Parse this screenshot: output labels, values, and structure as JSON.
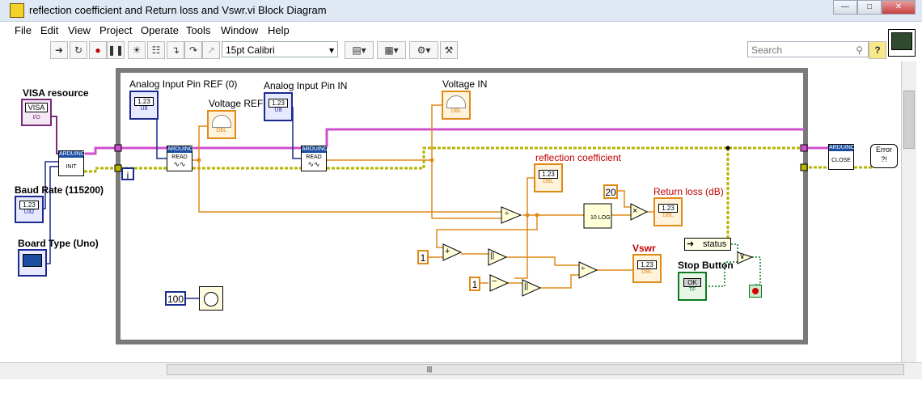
{
  "window": {
    "title": "reflection coefficient and Return loss and Vswr.vi Block Diagram"
  },
  "menu": [
    "File",
    "Edit",
    "View",
    "Project",
    "Operate",
    "Tools",
    "Window",
    "Help"
  ],
  "toolbar": {
    "font": "15pt Calibri",
    "search_placeholder": "Search"
  },
  "diagram": {
    "labels": {
      "visa": "VISA resource",
      "baud": "Baud Rate (115200)",
      "board": "Board Type (Uno)",
      "ai_ref": "Analog Input Pin REF (0)",
      "ai_in": "Analog Input Pin IN",
      "volt_ref": "Voltage REF",
      "volt_in": "Voltage IN",
      "refl": "reflection coefficient",
      "ret_loss": "Return loss (dB)",
      "vswr": "Vswr",
      "stop": "Stop Button",
      "status": "status"
    },
    "constants": {
      "visa_text": "VISA",
      "i": "i",
      "c100": "100",
      "c20": "20",
      "c1a": "1",
      "c1b": "1",
      "num": "1.23",
      "ok": "OK",
      "error_text": "Error"
    },
    "tags": {
      "u8": "U8",
      "u32": "U32",
      "dbl": "DBL",
      "tf": "TF",
      "i_o": "I/O"
    },
    "vis": {
      "init": "INIT",
      "read": "READ",
      "close": "CLOSE",
      "arduino": "ARDUINO"
    },
    "colors": {
      "dbl_wire": "#e08a18",
      "int_wire": "#1b2a8f",
      "visa_wire": "#d050d0",
      "error_wire": "#b6b600",
      "loop_frame": "#7a7a7a"
    }
  }
}
